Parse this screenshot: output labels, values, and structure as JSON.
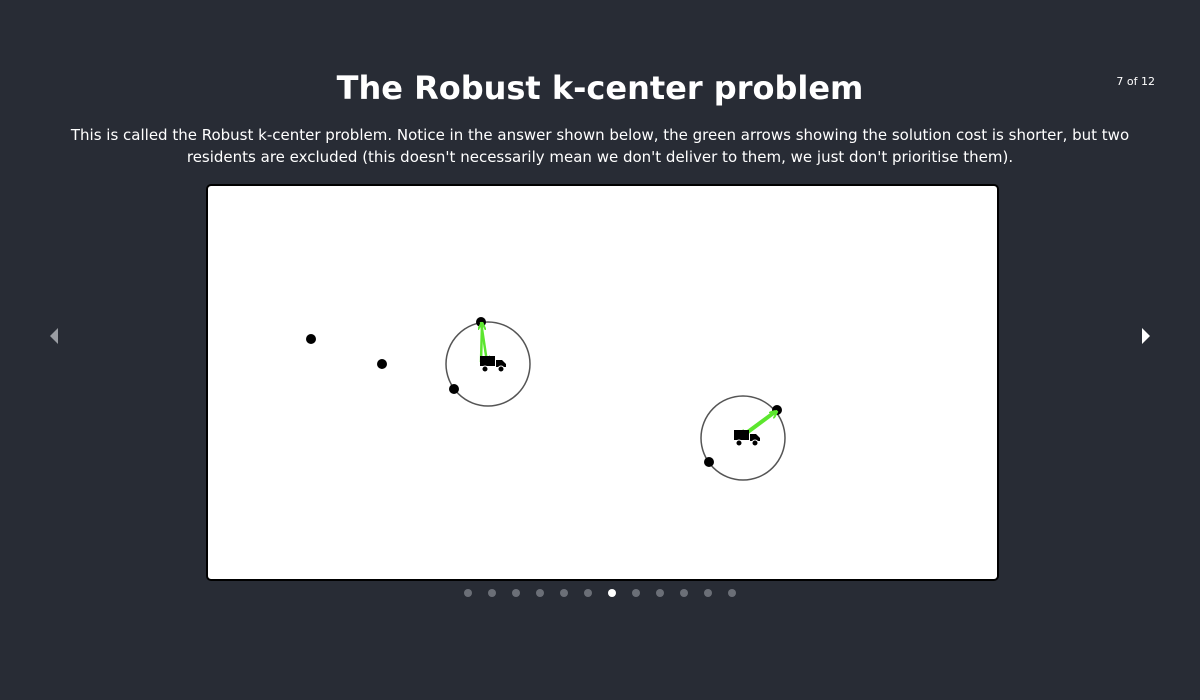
{
  "slide": {
    "title": "The Robust k-center problem",
    "counter": "7 of 12",
    "description": "This is called the Robust k-center problem. Notice in the answer shown below, the green arrows showing the solution cost is shorter, but two residents are excluded (this doesn't necessarily mean we don't deliver to them, we just don't prioritise them)."
  },
  "navigation": {
    "prev_icon": "triangle-left-icon",
    "next_icon": "triangle-right-icon",
    "total_slides": 12,
    "current_slide": 7
  },
  "colors": {
    "background": "#282c35",
    "canvas": "#ffffff",
    "resident": "#000000",
    "circle": "#555555",
    "arrow": "#5ce62e",
    "dot_inactive": "#6b6f77",
    "dot_active": "#ffffff"
  },
  "scene": {
    "icons": [
      "truck-icon"
    ],
    "excluded_residents": 2
  }
}
